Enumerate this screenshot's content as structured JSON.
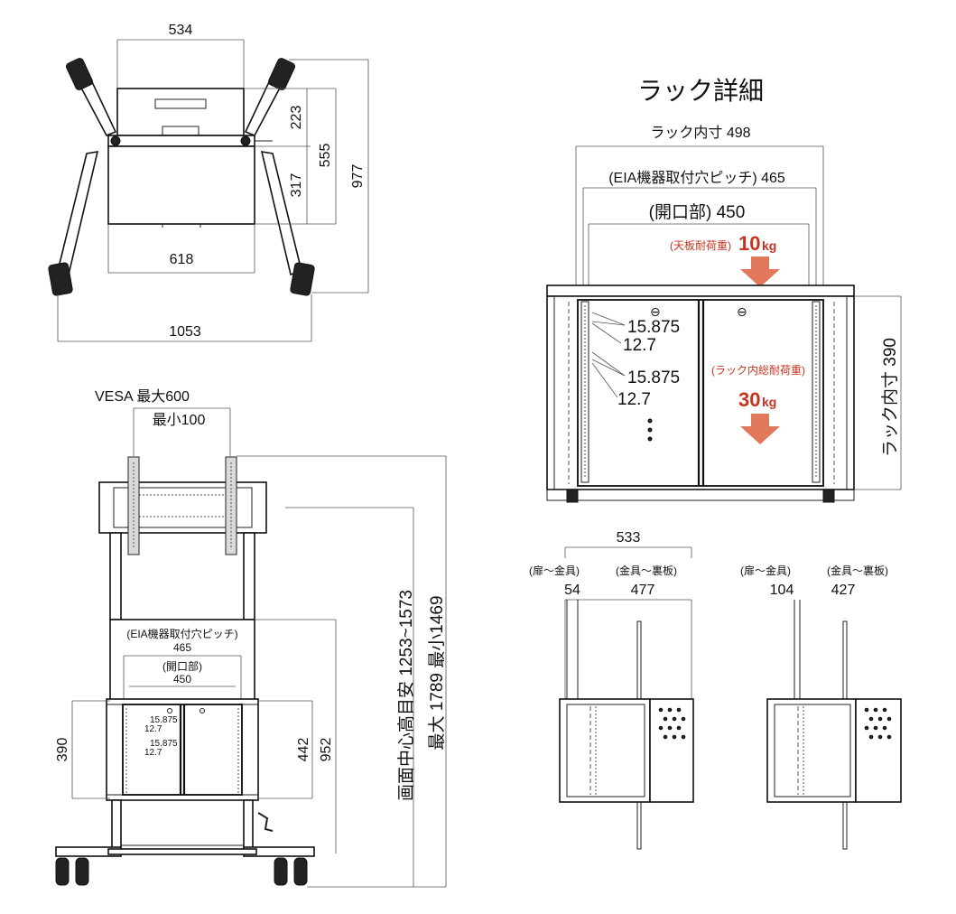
{
  "top_view": {
    "width_top": "534",
    "dim_a": "223",
    "dim_b": "317",
    "dim_c": "555",
    "dim_d": "977",
    "width_inner": "618",
    "width_outer": "1053"
  },
  "front_view": {
    "vesa_max": "VESA 最大600",
    "vesa_min": "最小100",
    "eia_label": "(EIA機器取付穴ピッチ)",
    "eia_value": "465",
    "opening_label": "(開口部)",
    "opening_value": "450",
    "pitch_a": "15.875",
    "pitch_b": "12.7",
    "pitch_c": "15.875",
    "pitch_d": "12.7",
    "rack_height": "390",
    "dim_442": "442",
    "dim_952": "952",
    "screen_center": "画面中心高目安 1253~1573",
    "height_range": "最大 1789  最小1469"
  },
  "rack_detail": {
    "title": "ラック詳細",
    "inner_width": "ラック内寸 498",
    "eia_pitch": "(EIA機器取付穴ピッチ) 465",
    "opening": "(開口部) 450",
    "top_load_label": "(天板耐荷重)",
    "top_load_value": "10",
    "top_load_unit": "kg",
    "total_load_label": "(ラック内総耐荷重)",
    "total_load_value": "30",
    "total_load_unit": "kg",
    "pitch_a": "15.875",
    "pitch_b": "12.7",
    "pitch_c": "15.875",
    "pitch_d": "12.7",
    "inner_height": "ラック内寸 390"
  },
  "side_views": {
    "total_depth": "533",
    "left": {
      "label_1": "(扉〜金具)",
      "value_1": "54",
      "label_2": "(金具〜裏板)",
      "value_2": "477"
    },
    "right": {
      "label_1": "(扉〜金具)",
      "value_1": "104",
      "label_2": "(金具〜裏板)",
      "value_2": "427"
    }
  }
}
